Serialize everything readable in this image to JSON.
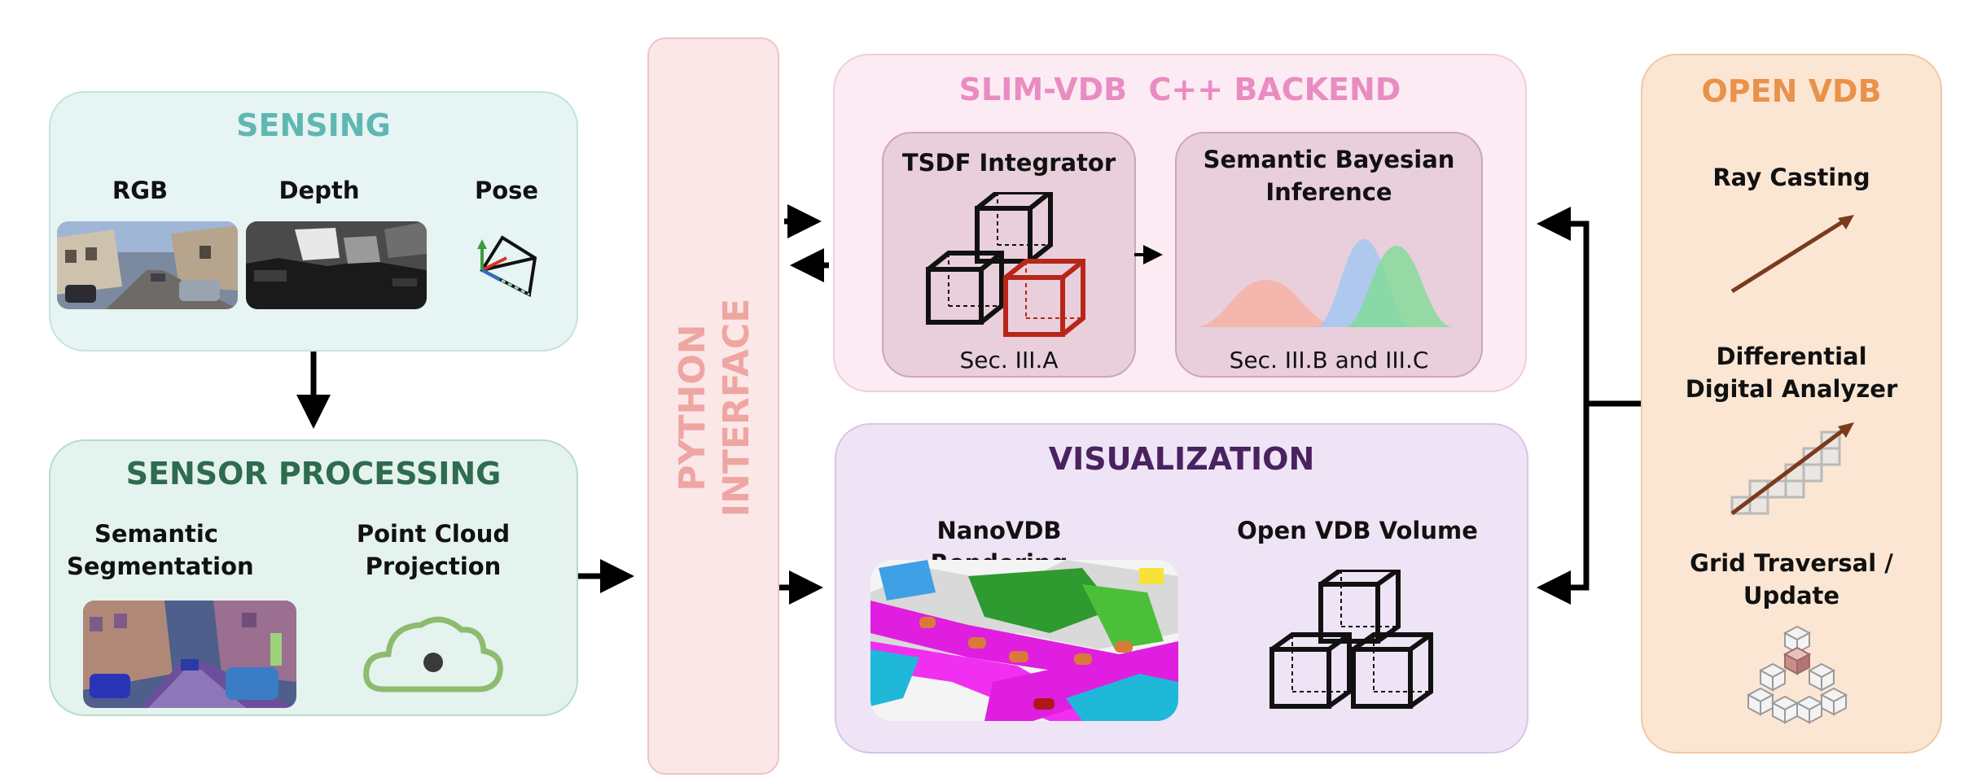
{
  "sensing": {
    "title": "SENSING",
    "rgb": "RGB",
    "depth": "Depth",
    "pose": "Pose"
  },
  "sensor_processing": {
    "title": "SENSOR PROCESSING",
    "semantic_line1": "Semantic",
    "semantic_line2": "Segmentation",
    "pointcloud_line1": "Point Cloud",
    "pointcloud_line2": "Projection"
  },
  "python": {
    "line1": "PYTHON",
    "line2": "INTERFACE"
  },
  "backend": {
    "title": "SLIM-VDB  C++ BACKEND",
    "tsdf_title": "TSDF Integrator",
    "tsdf_caption": "Sec. III.A",
    "bayes_line1": "Semantic Bayesian",
    "bayes_line2": "Inference",
    "bayes_caption": "Sec. III.B and III.C"
  },
  "visualization": {
    "title": "VISUALIZATION",
    "nano_label": "NanoVDB Rendering",
    "volume_label": "Open VDB Volume"
  },
  "openvdb": {
    "title": "OPEN VDB",
    "raycast": "Ray Casting",
    "dda_line1": "Differential",
    "dda_line2": "Digital Analyzer",
    "grid_line1": "Grid Traversal /",
    "grid_line2": "Update"
  },
  "colors": {
    "sensing_title": "#5fb7b2",
    "sensor_processing_title": "#2e6b4f",
    "python_text": "#eea6a2",
    "backend_title": "#e98cc2",
    "visualization_title": "#4a2260",
    "openvdb_title": "#e9924a",
    "selected_voxel": "#b8261a"
  }
}
